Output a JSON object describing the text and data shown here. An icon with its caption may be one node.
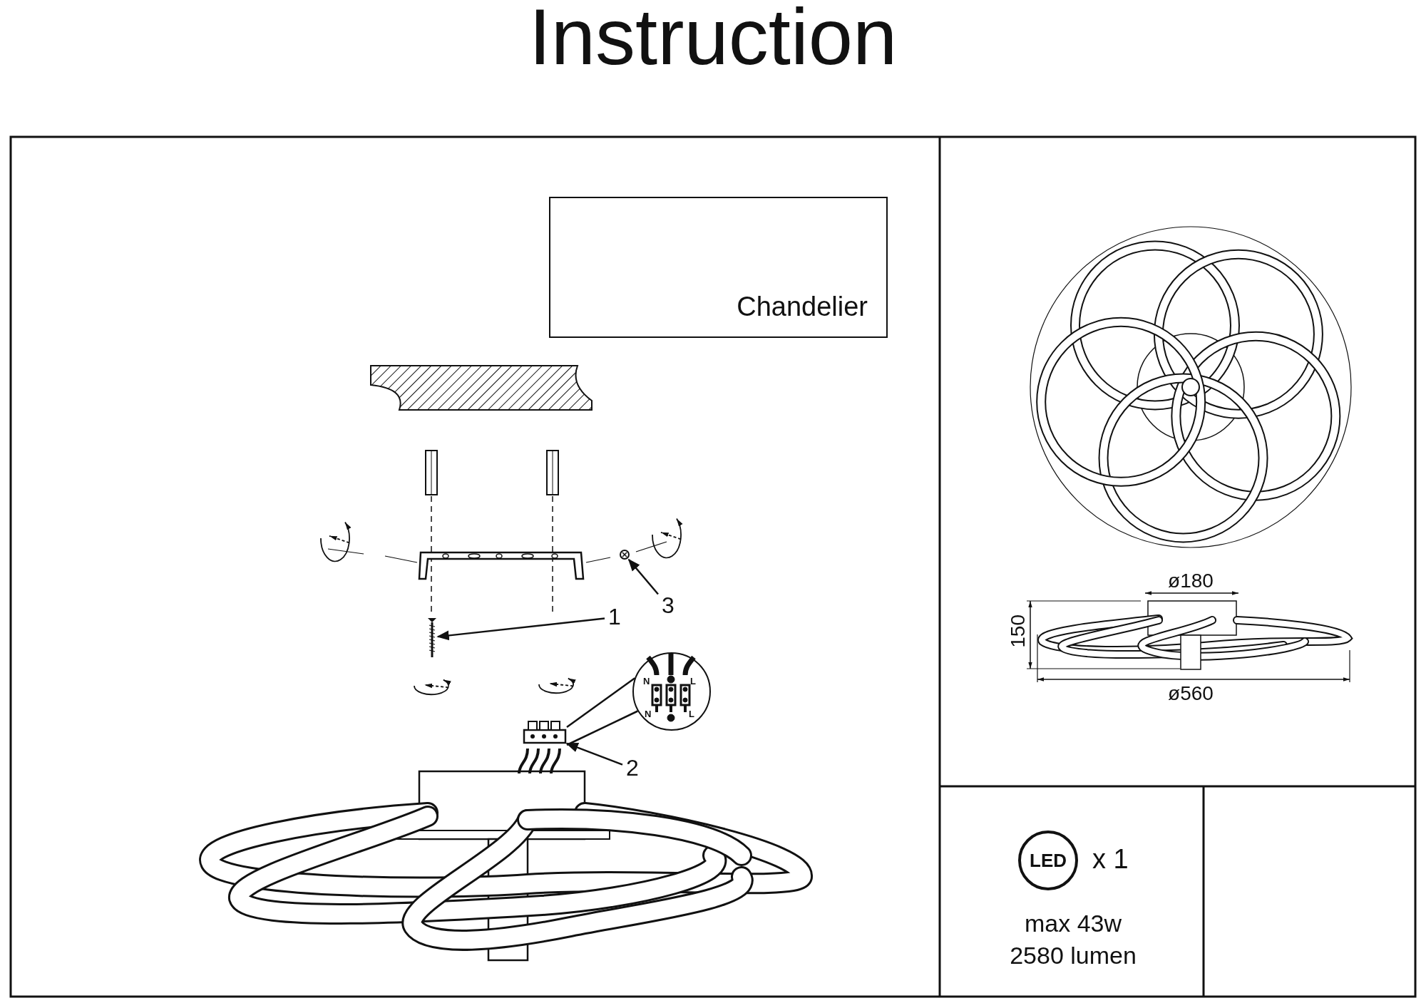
{
  "diagram": {
    "title": "Instruction",
    "nodes": [
      {
        "text": [
          "Chandelier"
        ]
      },
      {
        "text": [
          "1"
        ]
      },
      {
        "text": [],
        "shape": "picture"
      },
      {
        "text": [
          "2"
        ]
      },
      {
        "text": [],
        "shape": "picture"
      },
      {
        "text": [
          "3"
        ]
      },
      {
        "text": [],
        "shape": "picture"
      },
      {
        "text": [
          "LED"
        ],
        "beside": [
          "x 1"
        ]
      },
      {
        "text": [
          "N",
          "L",
          "N",
          "L"
        ]
      }
    ],
    "edges": [
      {
        "from": 1,
        "to": 2,
        "arrow": "to"
      },
      {
        "from": 3,
        "to": 4,
        "arrow": "to"
      },
      {
        "from": 5,
        "to": 6,
        "arrow": "to"
      },
      {
        "from": 4,
        "to": 8,
        "arrow": "none"
      },
      {
        "from": 4,
        "to": 8,
        "arrow": "none"
      }
    ],
    "labels": [
      "ø180",
      "150",
      "ø560",
      "max 43w",
      "2580 lumen"
    ]
  }
}
